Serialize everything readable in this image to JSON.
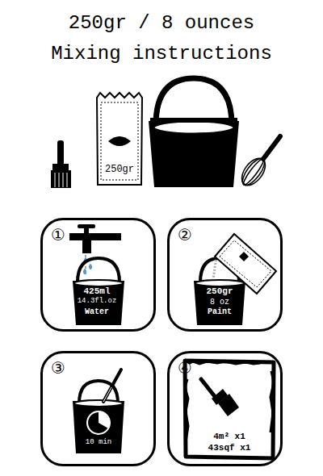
{
  "diagram": {
    "title": "250gr / 8 ounces Mixing instructions",
    "nodes": [
      {
        "text": [
          "250gr"
        ]
      },
      {
        "text": [
          "①",
          "425ml",
          "14.3fl.oz",
          "Water"
        ]
      },
      {
        "text": [
          "②",
          "250gr",
          "8 oz",
          "Paint"
        ]
      },
      {
        "text": [
          "③",
          "10 min"
        ]
      },
      {
        "text": [
          "④",
          "4m² x1",
          "43sqf x1"
        ]
      }
    ]
  }
}
